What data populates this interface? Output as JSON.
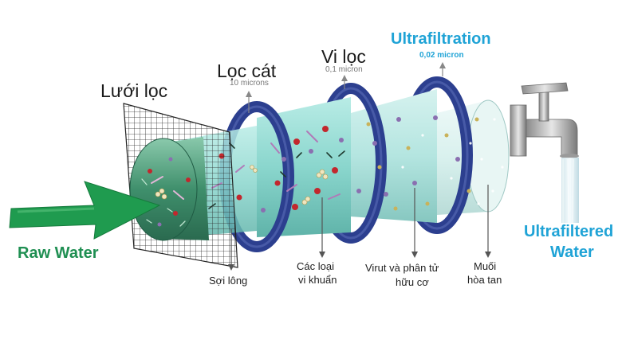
{
  "stages": {
    "mesh": {
      "label": "Lưới lọc"
    },
    "sand": {
      "label": "Lọc cát",
      "size": "10 microns"
    },
    "micro": {
      "label": "Vi lọc",
      "size": "0,1 micron"
    },
    "ultra": {
      "label": "Ultrafiltration",
      "size": "0,02 micron"
    }
  },
  "removed": {
    "fibers": "Sợi lông",
    "bacteria_1": "Các loại",
    "bacteria_2": "vi khuẩn",
    "virus_1": "Virut và phân tử",
    "virus_2": "hữu cơ",
    "salt_1": "Muối",
    "salt_2": "hòa tan"
  },
  "input": {
    "label": "Raw Water"
  },
  "output": {
    "line1": "Ultrafiltered",
    "line2": "Water"
  },
  "colors": {
    "input_arrow": "#1f9b4f",
    "input_text": "#1f8f52",
    "accent_blue": "#1fa3d6",
    "ring_blue": "#2c3f8f",
    "stage1": "#2e7a5a",
    "stage2": "#7fd0c8",
    "stage3": "#b6e6e2",
    "stage4": "#dff3f1"
  }
}
